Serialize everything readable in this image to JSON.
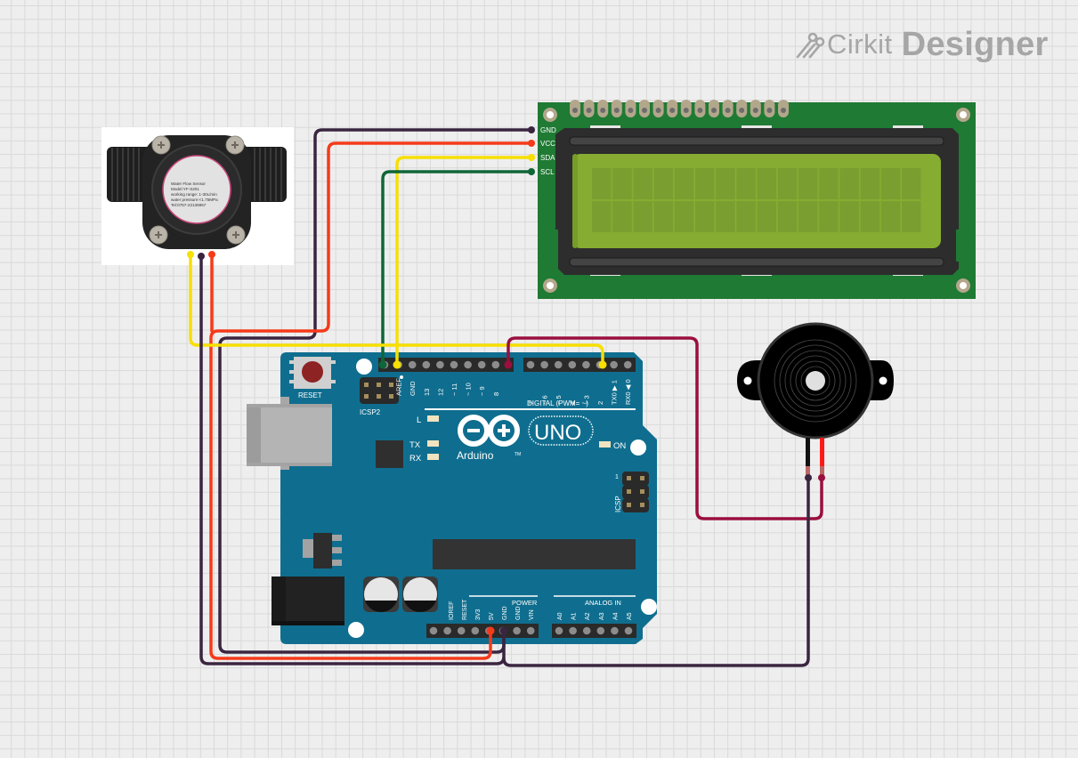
{
  "brand": {
    "icon": "circuit-trace-icon",
    "name_light": "Cirkit",
    "name_bold": "Designer",
    "color": "#a6a6a6"
  },
  "canvas": {
    "background": "#eeeeee",
    "grid_color": "#d9d9d9"
  },
  "components": {
    "flow_sensor": {
      "label_lines": [
        "Water Flow Sensor",
        "Model:YF-S201",
        "working range: 1-30L/min",
        "water pressure:<1.75MPa",
        "Tel:0757-22136957"
      ],
      "wire_colors": [
        "#f7df00",
        "#3a2540",
        "#f53a1a"
      ]
    },
    "lcd": {
      "pins": [
        "GND",
        "VCC",
        "SDA",
        "SCL"
      ],
      "rows": 2,
      "cols": 16,
      "header_pins": 16,
      "pcb_color": "#1f7a34",
      "screen_color": "#86ad31",
      "cell_color": "#7a9e30"
    },
    "arduino": {
      "reset_label": "RESET",
      "icsp2_label": "ICSP2",
      "icsp_label": "ICSP",
      "icsp_pin1": "1",
      "digital_left_pins": [
        "AREF",
        "GND",
        "13",
        "12",
        "~ 11",
        "~ 10",
        "~ 9",
        "8"
      ],
      "digital_right_pins": [
        "7",
        "~ 6",
        "~ 5",
        "4",
        "~ 3",
        "2",
        "TX0 ▶ 1",
        "RX0 ◀ 0"
      ],
      "digital_label": "DIGITAL (PWM= ~)",
      "led_labels": {
        "l": "L",
        "tx": "TX",
        "rx": "RX",
        "on": "ON"
      },
      "logo_text": "Arduino",
      "tm": "TM",
      "uno": "UNO",
      "power_label": "POWER",
      "power_pins": [
        "IOREF",
        "RESET",
        "3V3",
        "5V",
        "GND",
        "GND",
        "VIN"
      ],
      "analog_label": "ANALOG IN",
      "analog_pins": [
        "A0",
        "A1",
        "A2",
        "A3",
        "A4",
        "A5"
      ],
      "board_color": "#0f6e8f"
    },
    "buzzer": {
      "lead_colors": [
        "#111111",
        "#ff1a1a"
      ]
    }
  },
  "wires": [
    {
      "name": "lcd-gnd-wire",
      "from": "LCD GND",
      "to": "Arduino GND",
      "color": "#3a2540"
    },
    {
      "name": "lcd-vcc-wire",
      "from": "LCD VCC",
      "to": "Arduino 5V",
      "color": "#f53a1a"
    },
    {
      "name": "lcd-sda-wire",
      "from": "LCD SDA",
      "to": "Arduino SDA",
      "color": "#f7df00"
    },
    {
      "name": "lcd-scl-wire",
      "from": "LCD SCL",
      "to": "Arduino SCL",
      "color": "#0f6637"
    },
    {
      "name": "sensor-signal-wire",
      "from": "Flow sensor signal",
      "to": "Arduino D2",
      "color": "#f7df00"
    },
    {
      "name": "sensor-gnd-wire",
      "from": "Flow sensor GND",
      "to": "Arduino GND",
      "color": "#3a2540"
    },
    {
      "name": "sensor-vcc-wire",
      "from": "Flow sensor VCC",
      "to": "Arduino 5V",
      "color": "#f53a1a"
    },
    {
      "name": "buzzer-signal-wire",
      "from": "Buzzer +",
      "to": "Arduino D8",
      "color": "#9a0f3f"
    },
    {
      "name": "buzzer-gnd-wire",
      "from": "Buzzer -",
      "to": "Arduino GND",
      "color": "#3a2540"
    }
  ]
}
